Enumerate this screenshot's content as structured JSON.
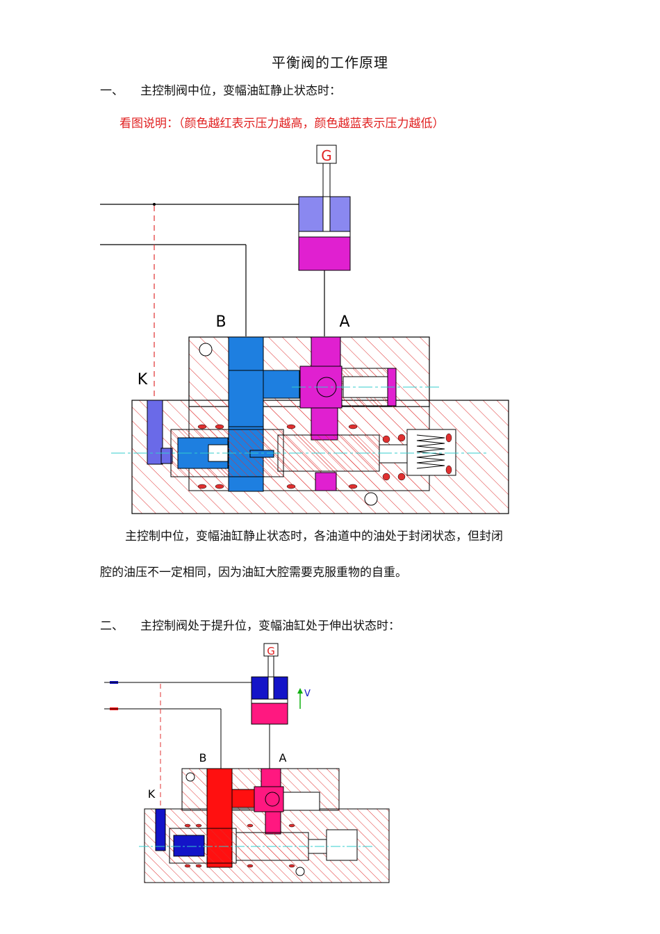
{
  "page": {
    "title": "平衡阀的工作原理"
  },
  "section1": {
    "number": "一、",
    "heading": "主控制阀中位，变幅油缸静止状态时：",
    "legend_note": "看图说明：（颜色越红表示压力越高，颜色越蓝表示压力越低）",
    "diagram_labels": {
      "g": "G",
      "b": "B",
      "a": "A",
      "k": "K"
    },
    "paragraph_line1": "主控制中位，变幅油缸静止状态时，各油道中的油处于封闭状态，但封闭",
    "paragraph_line2": "腔的油压不一定相同，因为油缸大腔需要克服重物的自重。"
  },
  "section2": {
    "number": "二、",
    "heading": "主控制阀处于提升位，变幅油缸处于伸出状态时：",
    "diagram_labels": {
      "g": "G",
      "b": "B",
      "a": "A",
      "k": "K",
      "v": "V"
    }
  },
  "colors": {
    "note_red": "#e02020",
    "low_pressure_blue": "#1e7fe0",
    "high_pressure_magenta": "#e020d0",
    "cylinder_top_lilac": "#8a88f0",
    "hatch_red": "#e03030",
    "pilot_purple": "#6a6ae8",
    "hot_red": "#ff1010",
    "dark_blue": "#1414c8",
    "pink": "#ff1880",
    "velocity_green": "#10b010"
  }
}
